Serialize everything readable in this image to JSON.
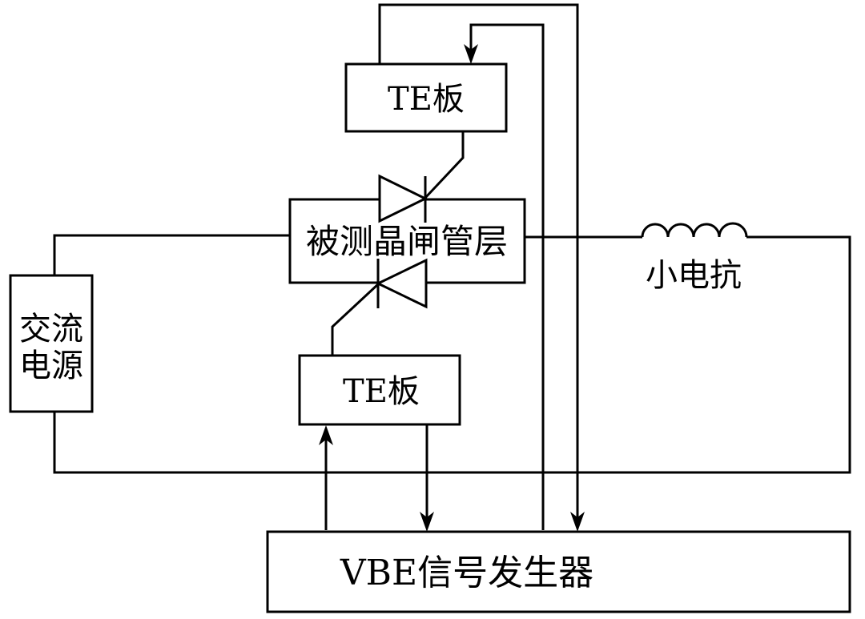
{
  "diagram": {
    "type": "circuit-block-diagram",
    "colors": {
      "line": "#000000",
      "background": "#ffffff"
    },
    "blocks": {
      "te_board_top": {
        "label": "TE板"
      },
      "thyristor_layer": {
        "label": "被测晶闸管层"
      },
      "te_board_bottom": {
        "label": "TE板"
      },
      "ac_source": {
        "label_line1": "交流",
        "label_line2": "电源"
      },
      "reactor": {
        "label": "小电抗"
      },
      "vbe": {
        "label": "VBE信号发生器"
      }
    },
    "connections": [
      {
        "from": "vbe",
        "to": "te_board_bottom",
        "kind": "signal-arrow"
      },
      {
        "from": "te_board_bottom",
        "to": "vbe",
        "kind": "signal-arrow"
      },
      {
        "from": "vbe",
        "to": "te_board_top",
        "kind": "signal-arrow"
      },
      {
        "from": "te_board_top",
        "to": "vbe",
        "kind": "signal-arrow"
      },
      {
        "from": "ac_source",
        "to": "thyristor_layer",
        "kind": "power-line"
      },
      {
        "from": "thyristor_layer",
        "to": "reactor",
        "kind": "power-line"
      },
      {
        "from": "reactor",
        "to": "ac_source",
        "kind": "power-line"
      }
    ]
  }
}
